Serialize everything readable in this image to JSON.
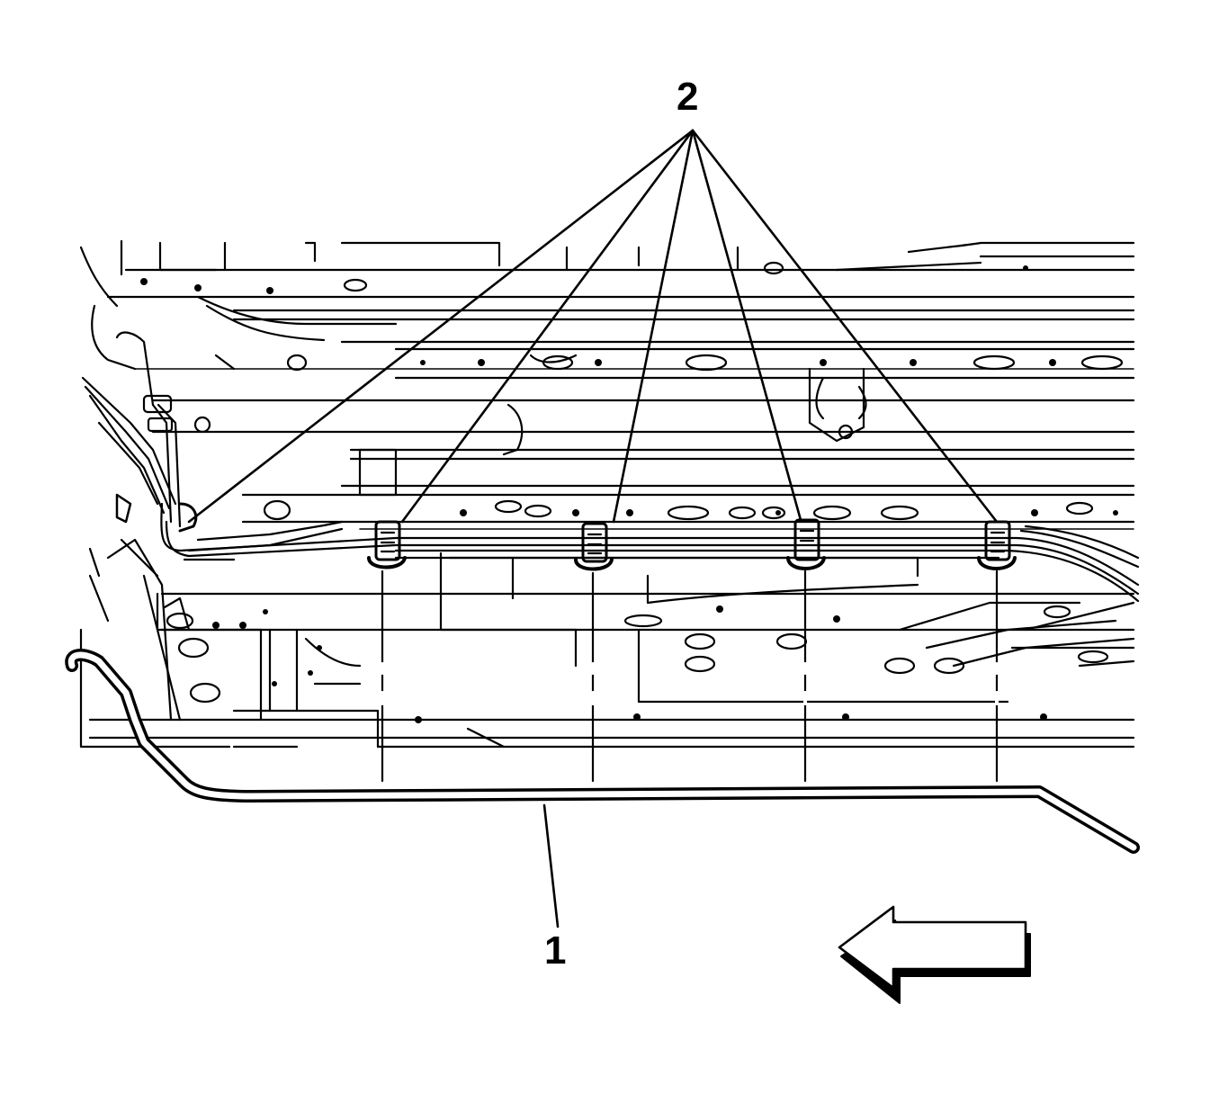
{
  "diagram": {
    "callouts": [
      {
        "id": "1",
        "label": "1"
      },
      {
        "id": "2",
        "label": "2"
      }
    ],
    "colors": {
      "line": "#000000",
      "background": "#ffffff"
    },
    "arrow_icon": "left-arrow-icon"
  }
}
